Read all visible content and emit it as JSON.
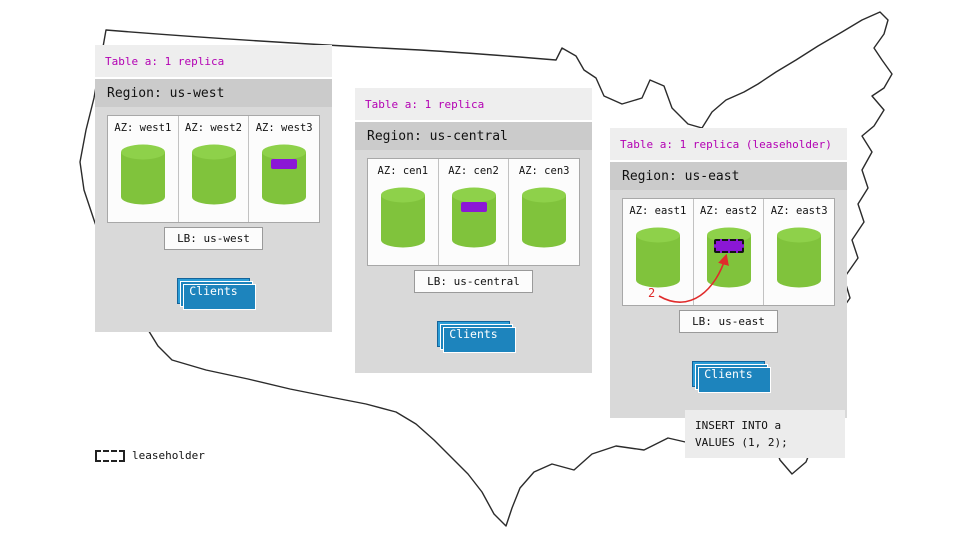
{
  "colors": {
    "cylinder_green": "#80c33c",
    "cylinder_green_top": "#8ed14a",
    "replica_purple": "#8b17d6",
    "table_label_magenta": "#b300b3",
    "clients_blue": "#2a9cd6",
    "arrow_red": "#e02b2b",
    "panel_gray": "#d9d9d9",
    "region_bar_gray": "#cbcbcb",
    "table_strip_gray": "#eeeeee"
  },
  "regions": [
    {
      "table_label": "Table a: 1 replica",
      "region_label": "Region: us-west",
      "azs": [
        {
          "label": "AZ: west1",
          "has_replica": false,
          "is_leaseholder": false
        },
        {
          "label": "AZ: west2",
          "has_replica": false,
          "is_leaseholder": false
        },
        {
          "label": "AZ: west3",
          "has_replica": true,
          "is_leaseholder": false
        }
      ],
      "lb_label": "LB: us-west",
      "clients_label": "Clients"
    },
    {
      "table_label": "Table a: 1 replica",
      "region_label": "Region: us-central",
      "azs": [
        {
          "label": "AZ: cen1",
          "has_replica": false,
          "is_leaseholder": false
        },
        {
          "label": "AZ: cen2",
          "has_replica": true,
          "is_leaseholder": false
        },
        {
          "label": "AZ: cen3",
          "has_replica": false,
          "is_leaseholder": false
        }
      ],
      "lb_label": "LB: us-central",
      "clients_label": "Clients"
    },
    {
      "table_label": "Table a: 1 replica (leaseholder)",
      "region_label": "Region: us-east",
      "azs": [
        {
          "label": "AZ: east1",
          "has_replica": false,
          "is_leaseholder": false
        },
        {
          "label": "AZ: east2",
          "has_replica": true,
          "is_leaseholder": true
        },
        {
          "label": "AZ: east3",
          "has_replica": false,
          "is_leaseholder": false
        }
      ],
      "lb_label": "LB: us-east",
      "clients_label": "Clients"
    }
  ],
  "annotations": {
    "step_number": "2",
    "sql": "INSERT INTO a\nVALUES (1, 2);"
  },
  "legend": {
    "label": "leaseholder"
  }
}
